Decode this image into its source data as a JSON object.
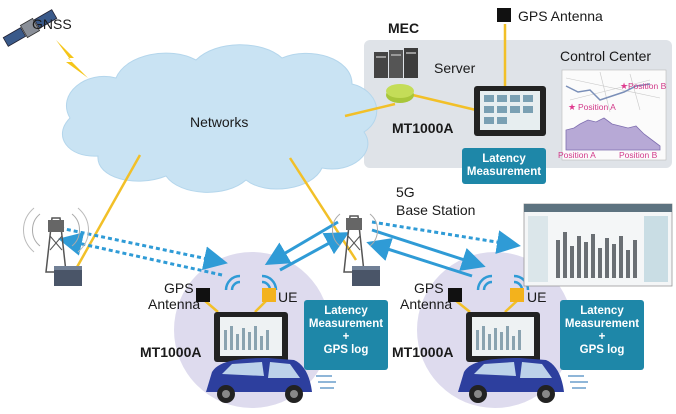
{
  "labels": {
    "gnss": "GNSS",
    "gps_antenna_top": "GPS Antenna",
    "mec": "MEC",
    "server": "Server",
    "control_center": "Control Center",
    "mt1000a_center": "MT1000A",
    "networks": "Networks",
    "base_station": [
      "5G",
      "Base Station"
    ],
    "ue_left": "UE",
    "ue_right": "UE",
    "gps_antenna_left": [
      "GPS",
      "Antenna"
    ],
    "gps_antenna_right": [
      "GPS",
      "Antenna"
    ],
    "mt1000a_left": "MT1000A",
    "mt1000a_right": "MT1000A"
  },
  "callouts": {
    "center": [
      "Latency",
      "Measurement"
    ],
    "left": [
      "Latency",
      "Measurement",
      "+",
      "GPS log"
    ],
    "right": [
      "Latency",
      "Measurement",
      "+",
      "GPS log"
    ]
  },
  "map_labels": {
    "position_a": "Position A",
    "position_b": "Position B",
    "axis_a": "Position A",
    "axis_b": "Position B"
  },
  "colors": {
    "callout": "#1e87a8",
    "cloud": "#c9e3f3",
    "control_panel": "#dfe3e8",
    "vehicle_zone": "#dedbee",
    "wire": "#f2c028",
    "signal": "#2f9bd6",
    "ue_marker": "#f3b21c",
    "gps_marker": "#111111"
  },
  "icons": [
    "satellite-icon",
    "lightning-icon",
    "server-rack-icon",
    "router-icon",
    "tablet-device-icon",
    "cell-tower-icon",
    "base-station-icon",
    "car-icon",
    "wifi-signal-icon"
  ]
}
